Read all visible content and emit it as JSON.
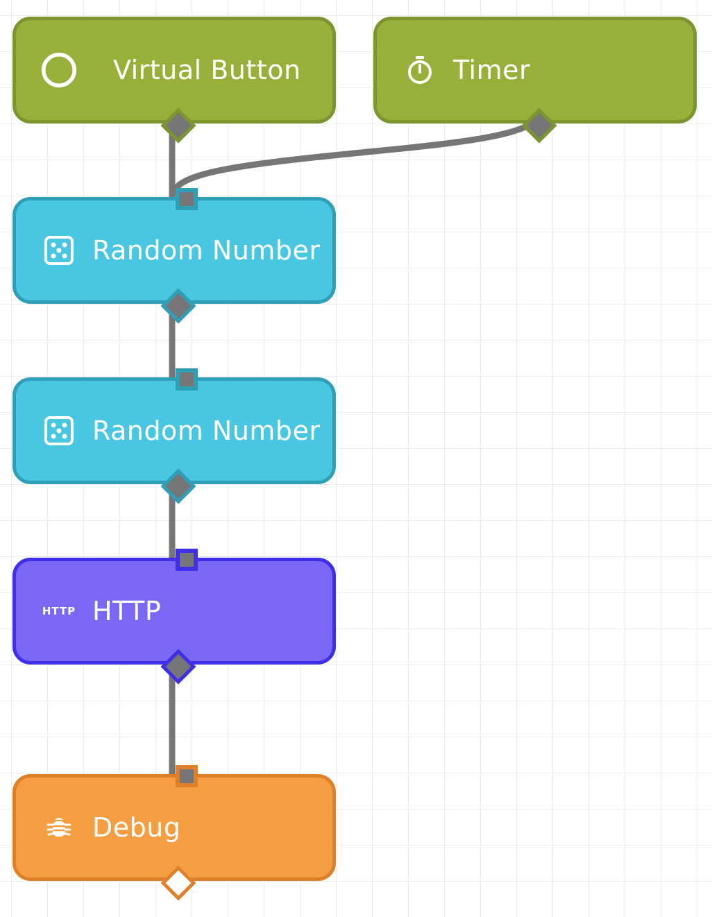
{
  "canvas": {
    "grid": true,
    "background": "#ffffff",
    "grid_color": "#ececec"
  },
  "nodes": [
    {
      "id": "virtual-button",
      "label": "Virtual Button",
      "icon": "circle-ring-icon",
      "color": "#96b03a"
    },
    {
      "id": "timer",
      "label": "Timer",
      "icon": "stopwatch-icon",
      "color": "#96b03a"
    },
    {
      "id": "random-1",
      "label": "Random Number",
      "icon": "dice-icon",
      "color": "#48c6e2"
    },
    {
      "id": "random-2",
      "label": "Random Number",
      "icon": "dice-icon",
      "color": "#48c6e2"
    },
    {
      "id": "http",
      "label": "HTTP",
      "icon": "http-icon",
      "icon_text": "HTTP",
      "color": "#7a67f6"
    },
    {
      "id": "debug",
      "label": "Debug",
      "icon": "bug-icon",
      "color": "#f59e41"
    }
  ],
  "connections": [
    {
      "from": "virtual-button",
      "to": "random-1"
    },
    {
      "from": "timer",
      "to": "random-1"
    },
    {
      "from": "random-1",
      "to": "random-2"
    },
    {
      "from": "random-2",
      "to": "http"
    },
    {
      "from": "http",
      "to": "debug"
    }
  ],
  "colors": {
    "wire": "#767676",
    "green_border": "#7b9630",
    "cyan_border": "#2f9fb8",
    "purple_border": "#3f2fe8",
    "orange_border": "#de7f2a"
  }
}
